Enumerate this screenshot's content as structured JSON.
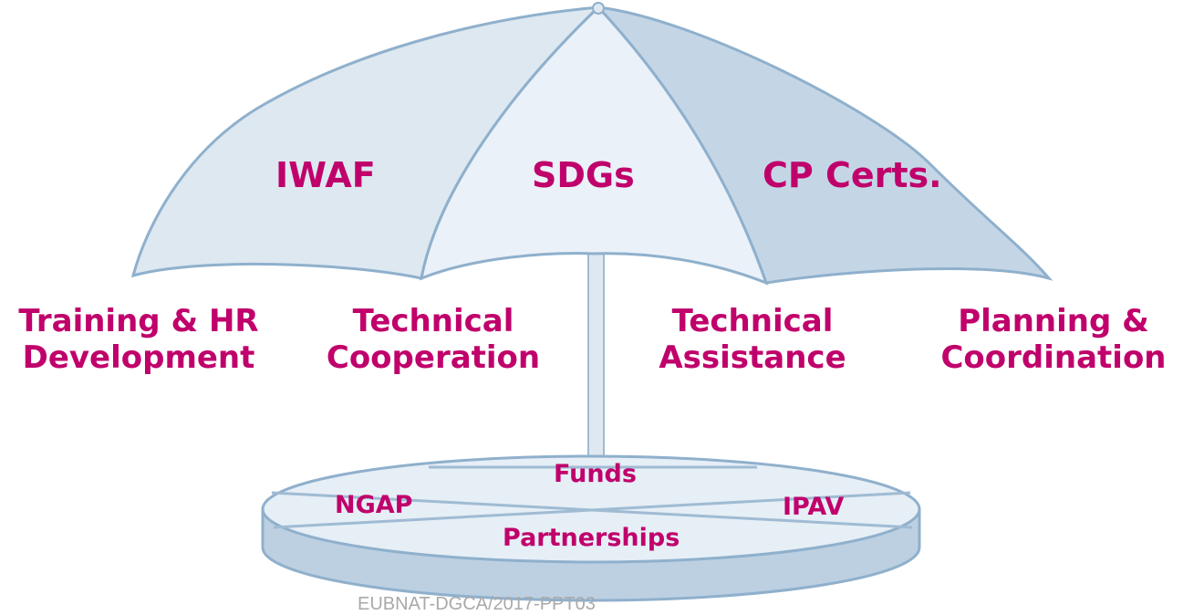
{
  "canopy": {
    "left_panel": "IWAF",
    "center_panel": "SDGs",
    "right_panel": "CP Certs."
  },
  "pillars": [
    {
      "line1": "Training & HR",
      "line2": "Development"
    },
    {
      "line1": "Technical",
      "line2": "Cooperation"
    },
    {
      "line1": "Technical",
      "line2": "Assistance"
    },
    {
      "line1": "Planning &",
      "line2": "Coordination"
    }
  ],
  "base": {
    "top_segment": "Funds",
    "left_segment": "NGAP",
    "right_segment": "IPAV",
    "bottom_segment": "Partnerships"
  },
  "footer": "EUBNAT-DGCA/2017-PPT03",
  "colors": {
    "label": "#c0006b",
    "canopy_fill_light": "#e9f0f7",
    "canopy_fill_mid": "#dde8f1",
    "canopy_fill_dark": "#c4d6e6",
    "outline": "#8fb0cc"
  }
}
